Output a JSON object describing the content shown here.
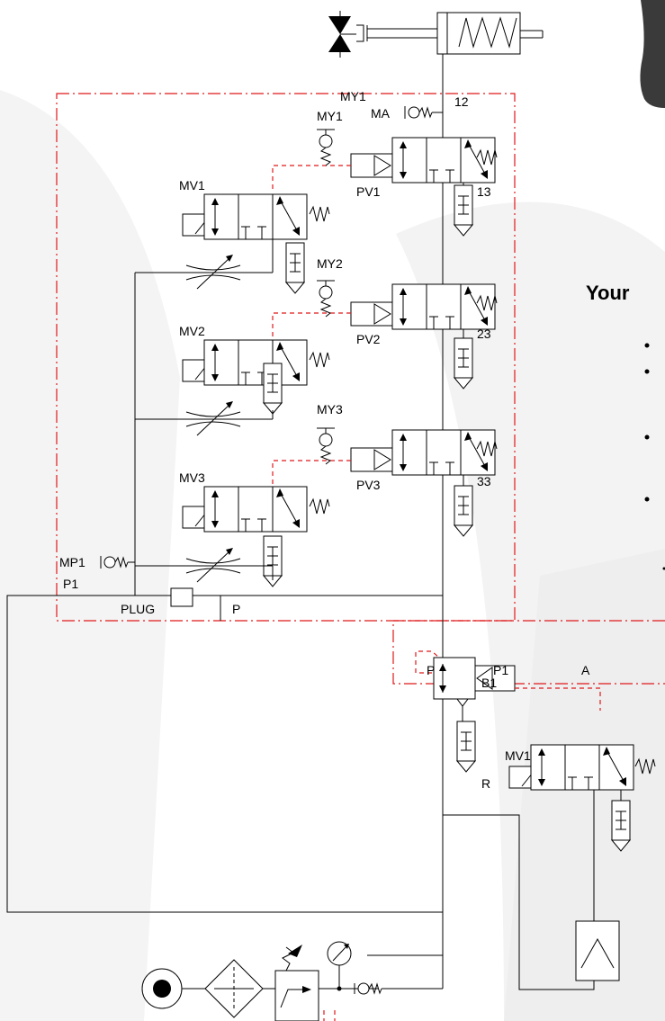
{
  "labels": {
    "my1_top": "MY1",
    "port_12": "12",
    "ma": "MA",
    "my1": "MY1",
    "mv1": "MV1",
    "pv1": "PV1",
    "port_13": "13",
    "my2": "MY2",
    "mv2": "MV2",
    "pv2": "PV2",
    "port_23": "23",
    "my3": "MY3",
    "mv3": "MV3",
    "pv3": "PV3",
    "port_33": "33",
    "mp1": "MP1",
    "p1_left": "P1",
    "plug": "PLUG",
    "p_left": "P",
    "b1": "B1",
    "mv1_lower": "MV1",
    "r": "R",
    "p_bottom": "P",
    "p1_bottom": "P1",
    "a_bottom": "A"
  },
  "right_panel": {
    "heading": "Your"
  },
  "colors": {
    "line": "#000000",
    "pilot_boundary": "#e0191b",
    "watermark": "#f1f1f1"
  }
}
